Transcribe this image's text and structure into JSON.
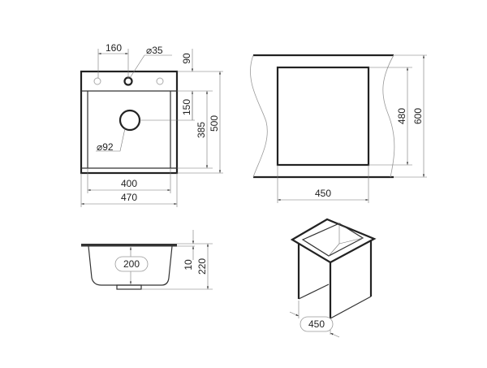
{
  "top_view": {
    "tap_spacing": "160",
    "tap_hole_dia": "⌀35",
    "tap_offset": "90",
    "drain_offset": "150",
    "bowl_depth": "385",
    "overall_depth": "500",
    "drain_dia": "⌀92",
    "bowl_width": "400",
    "overall_width": "470"
  },
  "cabinet_top_view": {
    "cutout_width": "450",
    "cutout_depth": "480",
    "cabinet_depth": "600"
  },
  "side_view": {
    "bowl_depth": "200",
    "rim_thickness": "10",
    "overall_height": "220"
  },
  "iso_view": {
    "cabinet_width": "450"
  }
}
